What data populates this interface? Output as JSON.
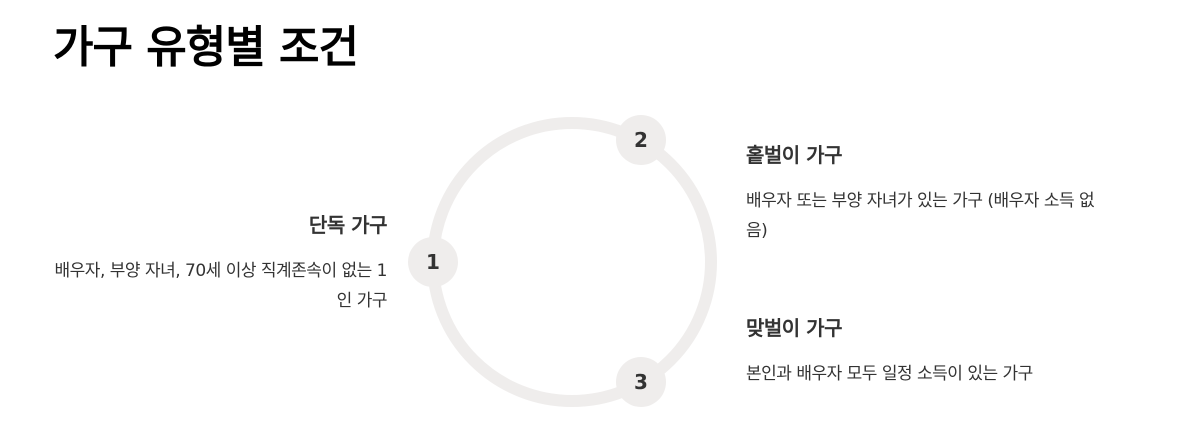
{
  "page": {
    "title": "가구 유형별 조건"
  },
  "steps": [
    {
      "number": "1",
      "title": "단독 가구",
      "description": "배우자, 부양 자녀, 70세 이상 직계존속이 없는 1인 가구"
    },
    {
      "number": "2",
      "title": "홑벌이 가구",
      "description": "배우자 또는 부양 자녀가 있는 가구 (배우자 소득 없음)"
    },
    {
      "number": "3",
      "title": "맞벌이 가구",
      "description": "본인과 배우자 모두 일정 소득이 있는 가구"
    }
  ],
  "colors": {
    "ring": "#efedec",
    "badge": "#efedec",
    "text": "#333333",
    "title": "#000000"
  }
}
